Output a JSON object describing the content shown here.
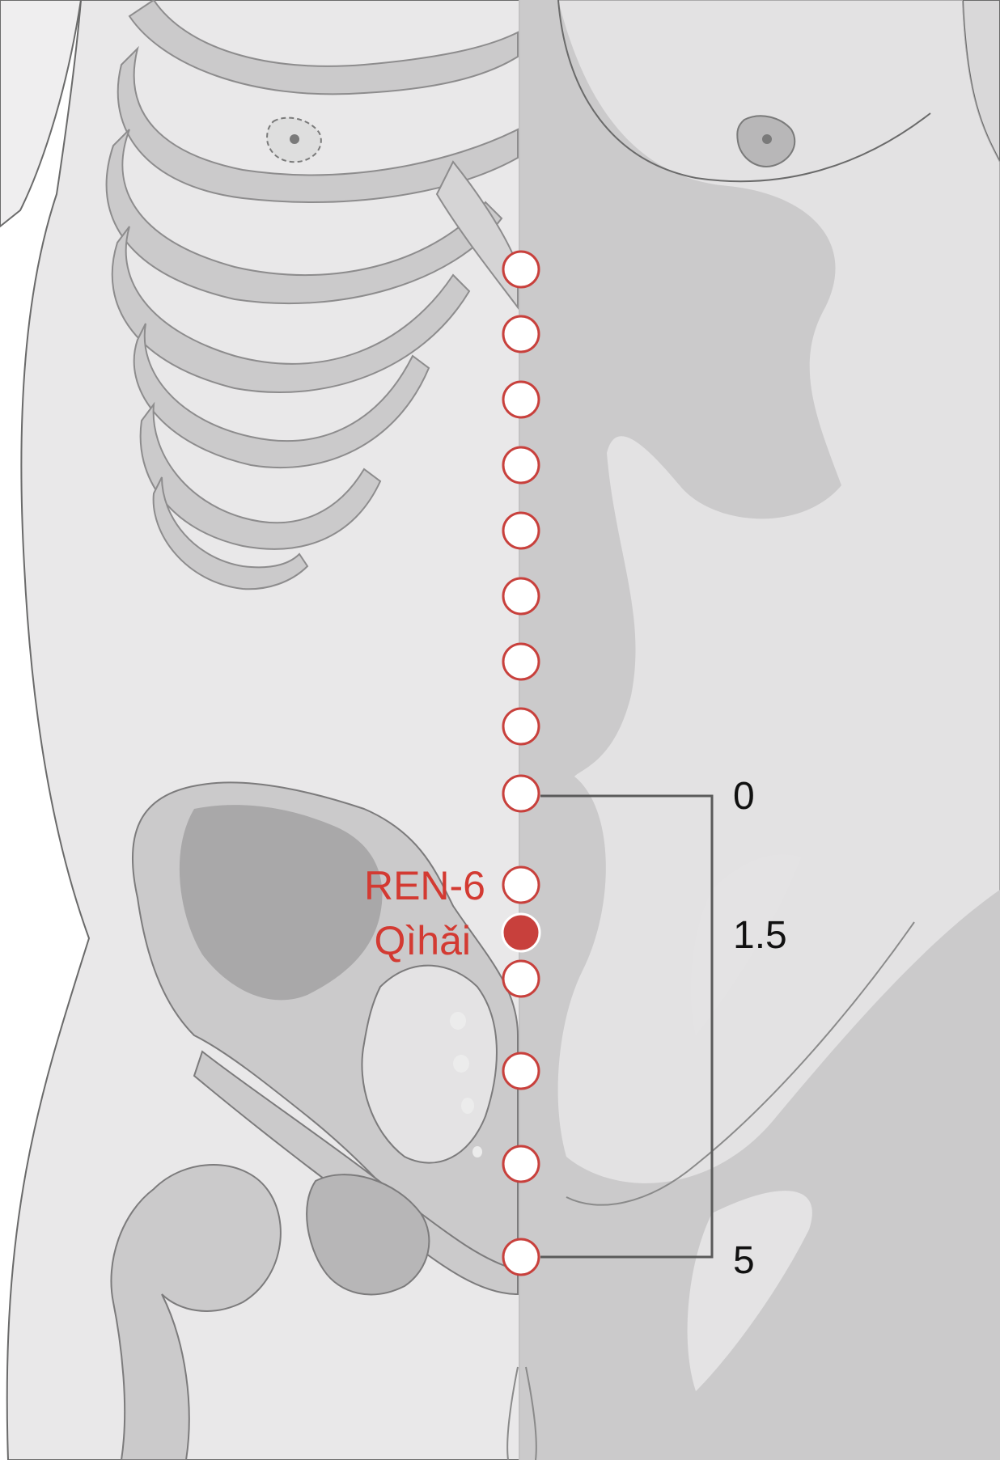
{
  "point": {
    "code": "REN-6",
    "name": "Qìhǎi"
  },
  "scale": {
    "top_label": "0",
    "mid_label": "1.5",
    "bottom_label": "5"
  },
  "colors": {
    "accent_red": "#d33a32",
    "filled_point": "#c8403c",
    "body_light": "#e9e8e9",
    "body_shadow": "#cbcacb",
    "bone": "#c9c8c9",
    "bone_dark": "#a9a8a9",
    "outline": "#6f6f6f"
  }
}
